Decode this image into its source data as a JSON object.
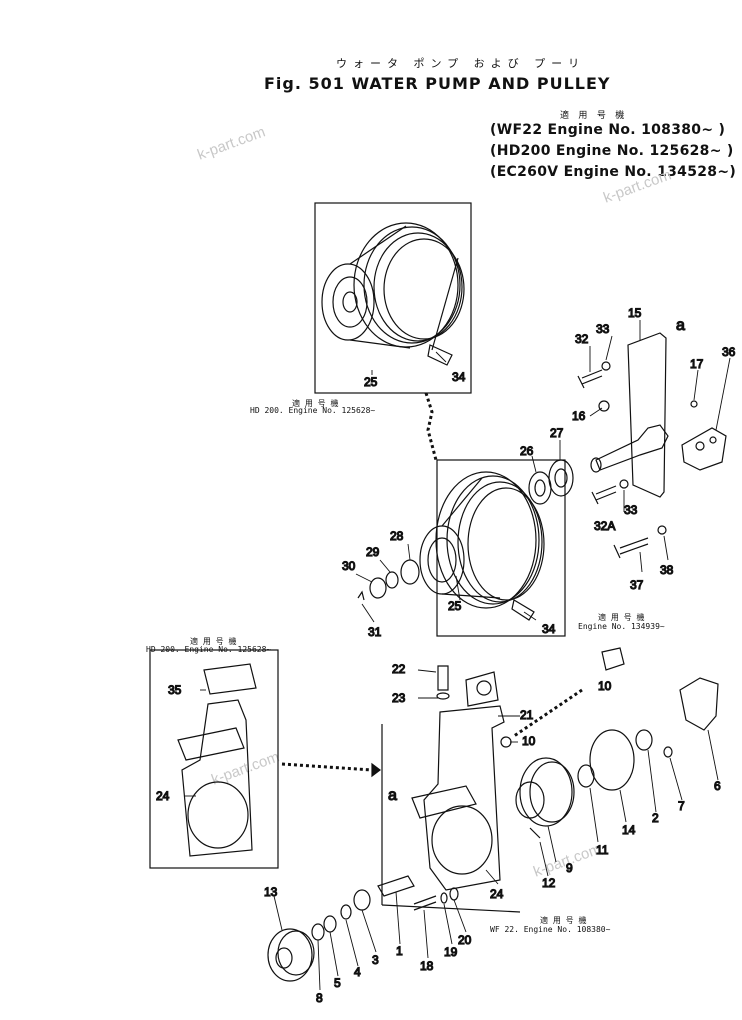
{
  "header": {
    "title_jp": "ウォータ ポンプ および プーリ",
    "title": "Fig. 501   WATER PUMP AND PULLEY",
    "applicability_jp": "適 用 号 機",
    "applicability": [
      "(WF22 Engine No. 108380~   )",
      "(HD200 Engine No. 125628~ )",
      "(EC260V Engine No. 134528~)"
    ]
  },
  "notes": {
    "hd200_top_jp": "適 用 号 機",
    "hd200_top": "HD 200.  Engine No. 125628~",
    "hd200_left_jp": "適 用 号 機",
    "hd200_left": "HD 200.  Engine No. 125628~",
    "ec_jp": "適 用 号 機",
    "ec": "Engine No. 134939~",
    "wf_jp": "適 用 号 機",
    "wf": "WF 22.  Engine No. 108380~"
  },
  "watermarks": [
    "k-part.com",
    "k-part.com",
    "k-part.com",
    "k-part.com"
  ],
  "parts": [
    "1",
    "2",
    "3",
    "4",
    "5",
    "6",
    "7",
    "8",
    "9",
    "10",
    "10",
    "11",
    "12",
    "13",
    "14",
    "15",
    "16",
    "17",
    "18",
    "19",
    "20",
    "21",
    "22",
    "23",
    "24",
    "24",
    "25",
    "25",
    "26",
    "27",
    "28",
    "29",
    "30",
    "31",
    "32",
    "32A",
    "33",
    "33",
    "34",
    "34",
    "35",
    "36",
    "37",
    "38",
    "a",
    "a"
  ]
}
